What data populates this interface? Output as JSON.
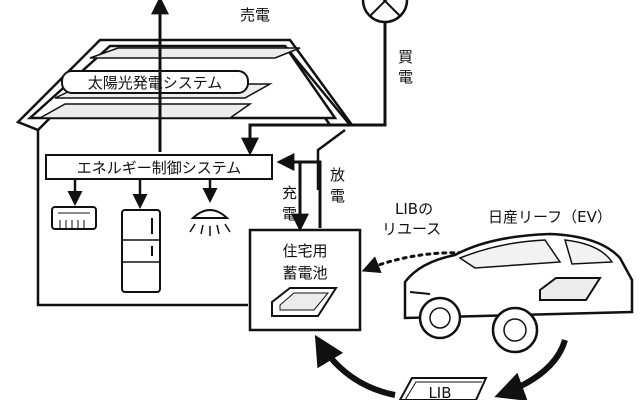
{
  "diagram": {
    "labels": {
      "sell_power": "売電",
      "buy_power_1": "買",
      "buy_power_2": "電",
      "solar_system": "太陽光発電システム",
      "energy_control": "エネルギー制御システム",
      "discharge_1": "放",
      "discharge_2": "電",
      "charge_1": "充",
      "charge_2": "電",
      "battery_line1": "住宅用",
      "battery_line2": "蓄電池",
      "lib_reuse_line1": "LIBの",
      "lib_reuse_line2": "リユース",
      "ev_name": "日産リーフ（EV）",
      "lib_pack": "LIB"
    },
    "colors": {
      "line": "#111111",
      "fill": "#ffffff",
      "roof_shade": "#d8d8d8",
      "panel": "#ececec"
    }
  }
}
